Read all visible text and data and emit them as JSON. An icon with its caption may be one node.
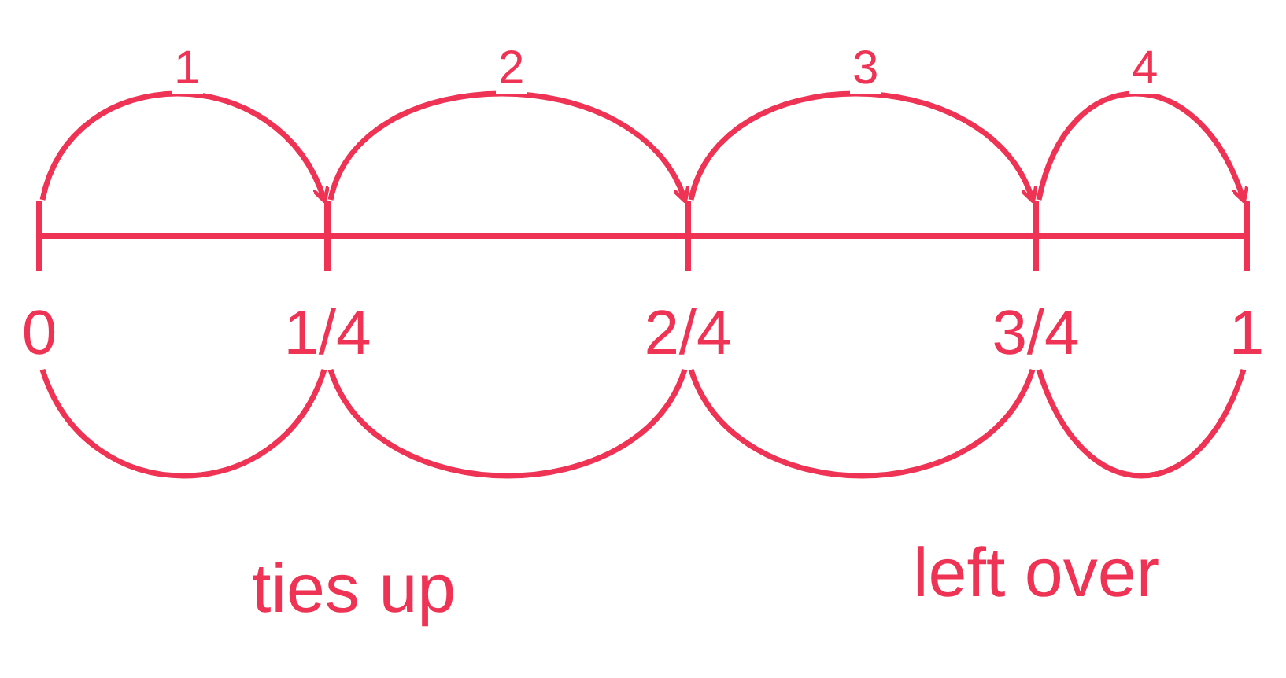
{
  "diagram": {
    "nodes": [
      {
        "text": [
          "0"
        ]
      },
      {
        "text": [
          "1/4"
        ]
      },
      {
        "text": [
          "2/4"
        ]
      },
      {
        "text": [
          "3/4"
        ]
      },
      {
        "text": [
          "1"
        ]
      }
    ],
    "edges": [
      {
        "from": 0,
        "to": 1,
        "arrow": "to",
        "label": "1"
      },
      {
        "from": 1,
        "to": 2,
        "arrow": "to",
        "label": "2"
      },
      {
        "from": 2,
        "to": 3,
        "arrow": "to",
        "label": "3"
      },
      {
        "from": 3,
        "to": 4,
        "arrow": "to",
        "label": "4"
      },
      {
        "from": 0,
        "to": 1,
        "arrow": "none"
      },
      {
        "from": 1,
        "to": 2,
        "arrow": "none"
      },
      {
        "from": 2,
        "to": 3,
        "arrow": "none"
      },
      {
        "from": 3,
        "to": 4,
        "arrow": "none"
      }
    ],
    "labels": [
      "ties up",
      "left over"
    ]
  }
}
